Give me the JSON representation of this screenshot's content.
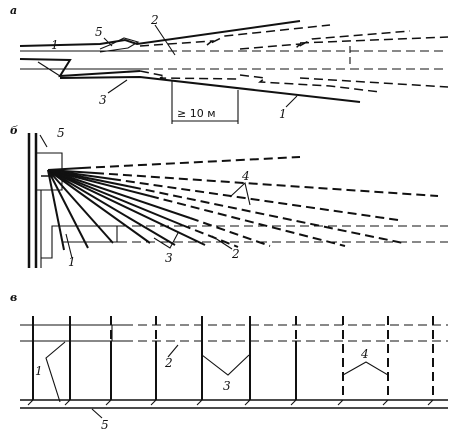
{
  "panels": {
    "a": {
      "letter": "а",
      "labels": [
        "1",
        "5",
        "2",
        "3",
        "1"
      ],
      "dimension": "≥ 10 м"
    },
    "b": {
      "letter": "б",
      "labels": [
        "5",
        "4",
        "1",
        "3",
        "2"
      ]
    },
    "c": {
      "letter": "в",
      "labels": [
        "1",
        "2",
        "3",
        "4",
        "5"
      ]
    }
  }
}
